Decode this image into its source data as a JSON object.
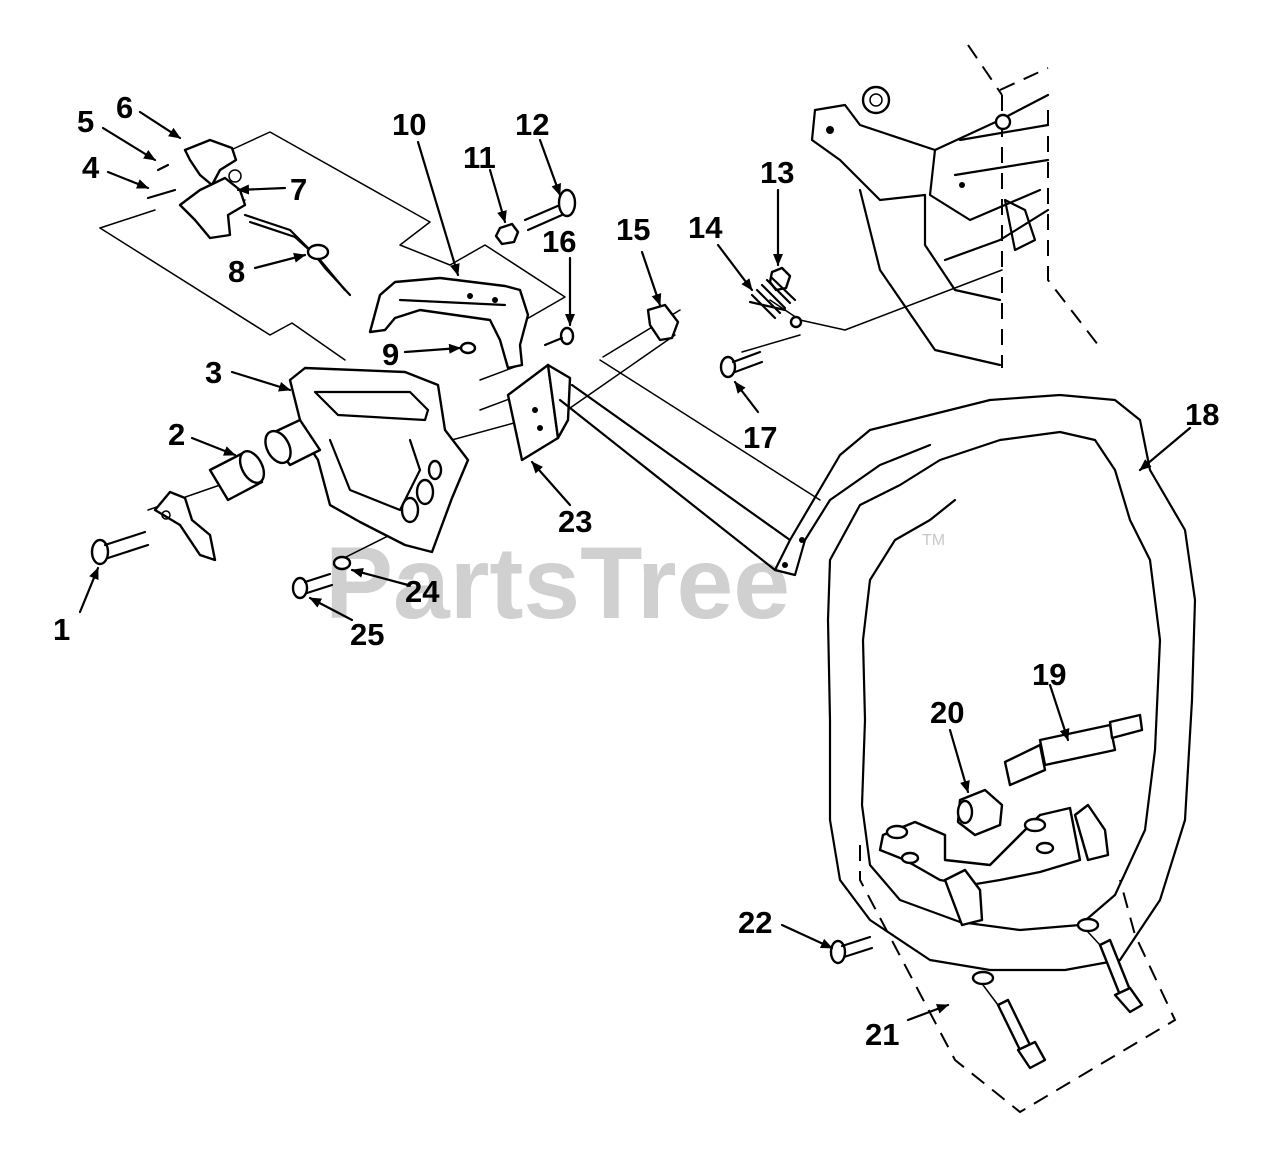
{
  "watermark": {
    "text": "PartsTree",
    "trademark": "TM"
  },
  "callouts": [
    {
      "id": "1",
      "label": "1"
    },
    {
      "id": "2",
      "label": "2"
    },
    {
      "id": "3",
      "label": "3"
    },
    {
      "id": "4",
      "label": "4"
    },
    {
      "id": "5",
      "label": "5"
    },
    {
      "id": "6",
      "label": "6"
    },
    {
      "id": "7",
      "label": "7"
    },
    {
      "id": "8",
      "label": "8"
    },
    {
      "id": "9",
      "label": "9"
    },
    {
      "id": "10",
      "label": "10"
    },
    {
      "id": "11",
      "label": "11"
    },
    {
      "id": "12",
      "label": "12"
    },
    {
      "id": "13",
      "label": "13"
    },
    {
      "id": "14",
      "label": "14"
    },
    {
      "id": "15",
      "label": "15"
    },
    {
      "id": "16",
      "label": "16"
    },
    {
      "id": "17",
      "label": "17"
    },
    {
      "id": "18",
      "label": "18"
    },
    {
      "id": "19",
      "label": "19"
    },
    {
      "id": "20",
      "label": "20"
    },
    {
      "id": "21",
      "label": "21"
    },
    {
      "id": "22",
      "label": "22"
    },
    {
      "id": "23",
      "label": "23"
    },
    {
      "id": "24",
      "label": "24"
    },
    {
      "id": "25",
      "label": "25"
    }
  ]
}
